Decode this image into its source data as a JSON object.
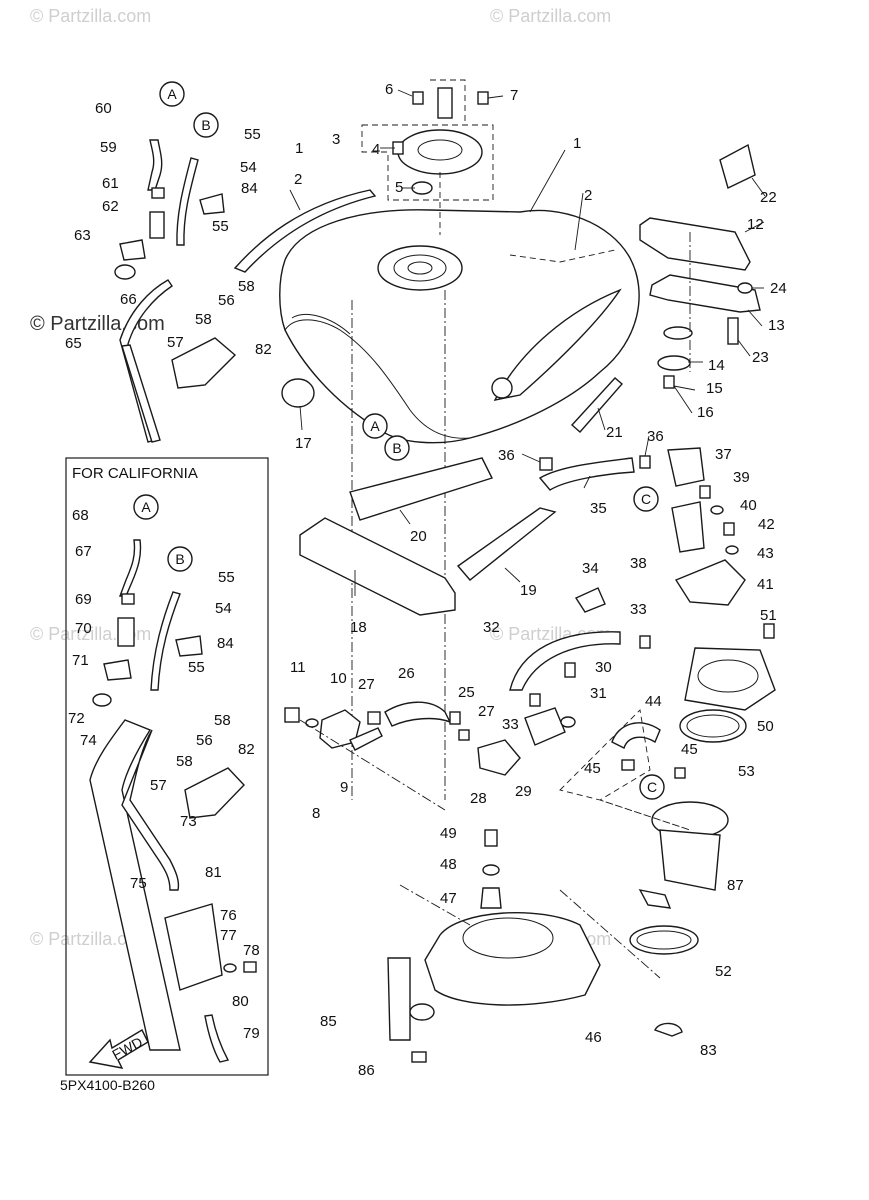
{
  "diagram_code": "5PX4100-B260",
  "box_title": "FOR CALIFORNIA",
  "fwd_label": "FWD",
  "watermark": "© Partzilla.com",
  "circle_refs": [
    "A",
    "B",
    "C"
  ],
  "callouts": [
    {
      "id": "c1a",
      "text": "1"
    },
    {
      "id": "c1b",
      "text": "1"
    },
    {
      "id": "c2a",
      "text": "2"
    },
    {
      "id": "c2b",
      "text": "2"
    },
    {
      "id": "c3",
      "text": "3"
    },
    {
      "id": "c4",
      "text": "4"
    },
    {
      "id": "c5",
      "text": "5"
    },
    {
      "id": "c6",
      "text": "6"
    },
    {
      "id": "c7",
      "text": "7"
    },
    {
      "id": "c8",
      "text": "8"
    },
    {
      "id": "c9",
      "text": "9"
    },
    {
      "id": "c10",
      "text": "10"
    },
    {
      "id": "c11",
      "text": "11"
    },
    {
      "id": "c12",
      "text": "12"
    },
    {
      "id": "c13",
      "text": "13"
    },
    {
      "id": "c14",
      "text": "14"
    },
    {
      "id": "c15",
      "text": "15"
    },
    {
      "id": "c16",
      "text": "16"
    },
    {
      "id": "c17",
      "text": "17"
    },
    {
      "id": "c18",
      "text": "18"
    },
    {
      "id": "c19",
      "text": "19"
    },
    {
      "id": "c20",
      "text": "20"
    },
    {
      "id": "c21",
      "text": "21"
    },
    {
      "id": "c22",
      "text": "22"
    },
    {
      "id": "c23",
      "text": "23"
    },
    {
      "id": "c24",
      "text": "24"
    },
    {
      "id": "c25",
      "text": "25"
    },
    {
      "id": "c26",
      "text": "26"
    },
    {
      "id": "c27a",
      "text": "27"
    },
    {
      "id": "c27b",
      "text": "27"
    },
    {
      "id": "c28",
      "text": "28"
    },
    {
      "id": "c29",
      "text": "29"
    },
    {
      "id": "c30",
      "text": "30"
    },
    {
      "id": "c31",
      "text": "31"
    },
    {
      "id": "c32",
      "text": "32"
    },
    {
      "id": "c33a",
      "text": "33"
    },
    {
      "id": "c33b",
      "text": "33"
    },
    {
      "id": "c34",
      "text": "34"
    },
    {
      "id": "c35",
      "text": "35"
    },
    {
      "id": "c36a",
      "text": "36"
    },
    {
      "id": "c36b",
      "text": "36"
    },
    {
      "id": "c37",
      "text": "37"
    },
    {
      "id": "c38",
      "text": "38"
    },
    {
      "id": "c39",
      "text": "39"
    },
    {
      "id": "c40",
      "text": "40"
    },
    {
      "id": "c41",
      "text": "41"
    },
    {
      "id": "c42",
      "text": "42"
    },
    {
      "id": "c43",
      "text": "43"
    },
    {
      "id": "c44",
      "text": "44"
    },
    {
      "id": "c45a",
      "text": "45"
    },
    {
      "id": "c45b",
      "text": "45"
    },
    {
      "id": "c46",
      "text": "46"
    },
    {
      "id": "c47",
      "text": "47"
    },
    {
      "id": "c48",
      "text": "48"
    },
    {
      "id": "c49",
      "text": "49"
    },
    {
      "id": "c50",
      "text": "50"
    },
    {
      "id": "c51",
      "text": "51"
    },
    {
      "id": "c52",
      "text": "52"
    },
    {
      "id": "c53",
      "text": "53"
    },
    {
      "id": "c54a",
      "text": "54"
    },
    {
      "id": "c54b",
      "text": "54"
    },
    {
      "id": "c55a",
      "text": "55"
    },
    {
      "id": "c55b",
      "text": "55"
    },
    {
      "id": "c55c",
      "text": "55"
    },
    {
      "id": "c55d",
      "text": "55"
    },
    {
      "id": "c56a",
      "text": "56"
    },
    {
      "id": "c56b",
      "text": "56"
    },
    {
      "id": "c57a",
      "text": "57"
    },
    {
      "id": "c57b",
      "text": "57"
    },
    {
      "id": "c58a",
      "text": "58"
    },
    {
      "id": "c58b",
      "text": "58"
    },
    {
      "id": "c58c",
      "text": "58"
    },
    {
      "id": "c58d",
      "text": "58"
    },
    {
      "id": "c59",
      "text": "59"
    },
    {
      "id": "c60",
      "text": "60"
    },
    {
      "id": "c61",
      "text": "61"
    },
    {
      "id": "c62",
      "text": "62"
    },
    {
      "id": "c63",
      "text": "63"
    },
    {
      "id": "c65",
      "text": "65"
    },
    {
      "id": "c66",
      "text": "66"
    },
    {
      "id": "c67",
      "text": "67"
    },
    {
      "id": "c68",
      "text": "68"
    },
    {
      "id": "c69",
      "text": "69"
    },
    {
      "id": "c70",
      "text": "70"
    },
    {
      "id": "c71",
      "text": "71"
    },
    {
      "id": "c72",
      "text": "72"
    },
    {
      "id": "c73",
      "text": "73"
    },
    {
      "id": "c74",
      "text": "74"
    },
    {
      "id": "c75",
      "text": "75"
    },
    {
      "id": "c76",
      "text": "76"
    },
    {
      "id": "c77",
      "text": "77"
    },
    {
      "id": "c78",
      "text": "78"
    },
    {
      "id": "c79",
      "text": "79"
    },
    {
      "id": "c80",
      "text": "80"
    },
    {
      "id": "c81",
      "text": "81"
    },
    {
      "id": "c82a",
      "text": "82"
    },
    {
      "id": "c82b",
      "text": "82"
    },
    {
      "id": "c83",
      "text": "83"
    },
    {
      "id": "c84a",
      "text": "84"
    },
    {
      "id": "c84b",
      "text": "84"
    },
    {
      "id": "c85",
      "text": "85"
    },
    {
      "id": "c86",
      "text": "86"
    },
    {
      "id": "c87",
      "text": "87"
    }
  ]
}
